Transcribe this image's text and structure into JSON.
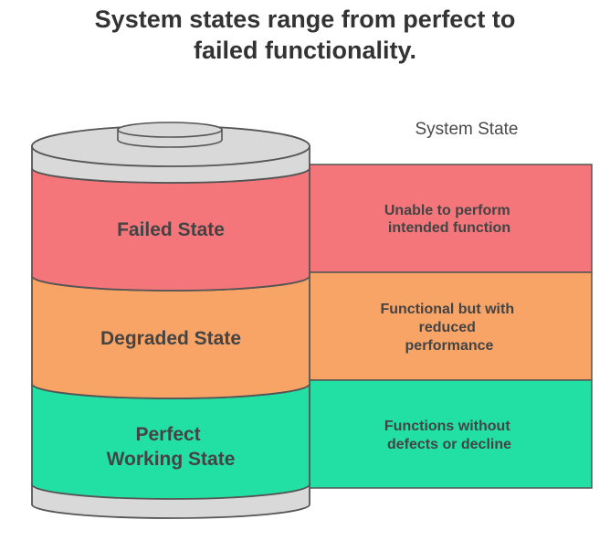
{
  "title": {
    "line1": "System states range from perfect to",
    "line2": "failed functionality."
  },
  "caption": "System State",
  "states": [
    {
      "label_lines": [
        "Failed State"
      ],
      "description_lines": [
        "Unable to perform",
        "intended function"
      ],
      "color": "#f4767a"
    },
    {
      "label_lines": [
        "Degraded State"
      ],
      "description_lines": [
        "Functional but with",
        "reduced",
        "performance"
      ],
      "color": "#f8a466"
    },
    {
      "label_lines": [
        "Perfect",
        "Working State"
      ],
      "description_lines": [
        "Functions without",
        "defects or decline"
      ],
      "color": "#22e0a3"
    }
  ],
  "colors": {
    "cap": "#d9d9d9",
    "outline": "#555555",
    "text": "#444444"
  }
}
